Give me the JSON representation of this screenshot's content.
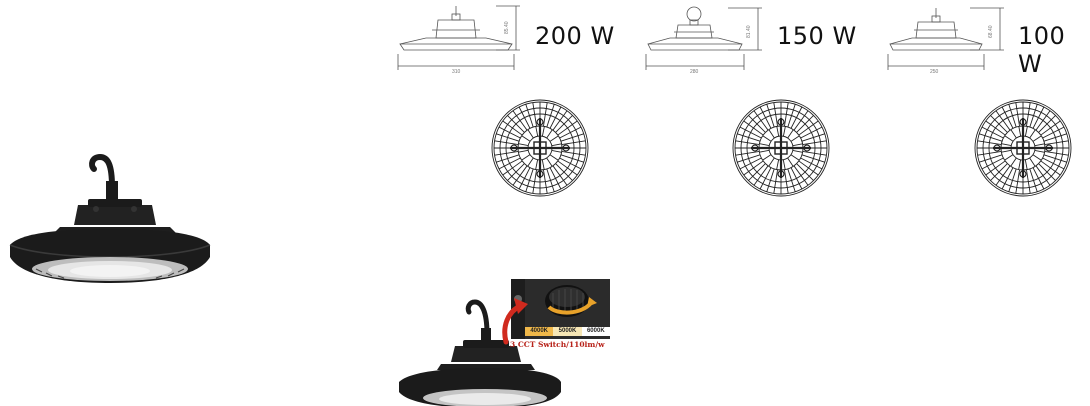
{
  "products": [
    {
      "wattage": "200 W",
      "width_dim": "310",
      "height_dim": "85.40"
    },
    {
      "wattage": "150 W",
      "width_dim": "280",
      "height_dim": "81.40"
    },
    {
      "wattage": "100 W",
      "width_dim": "250",
      "height_dim": "68.40"
    }
  ],
  "cct_inset": {
    "options": [
      "4000K",
      "5000K",
      "6000K"
    ],
    "caption": "3 CCT Switch/110lm/w"
  },
  "colors": {
    "lamp_body": "#1b1b1b",
    "lens": "#d9d9d9",
    "arrow": "#d02a1e",
    "caption": "#b8231a",
    "option_4000k": "#f0b84a",
    "option_5000k": "#f7e7b5",
    "option_6000k": "#ffffff"
  }
}
